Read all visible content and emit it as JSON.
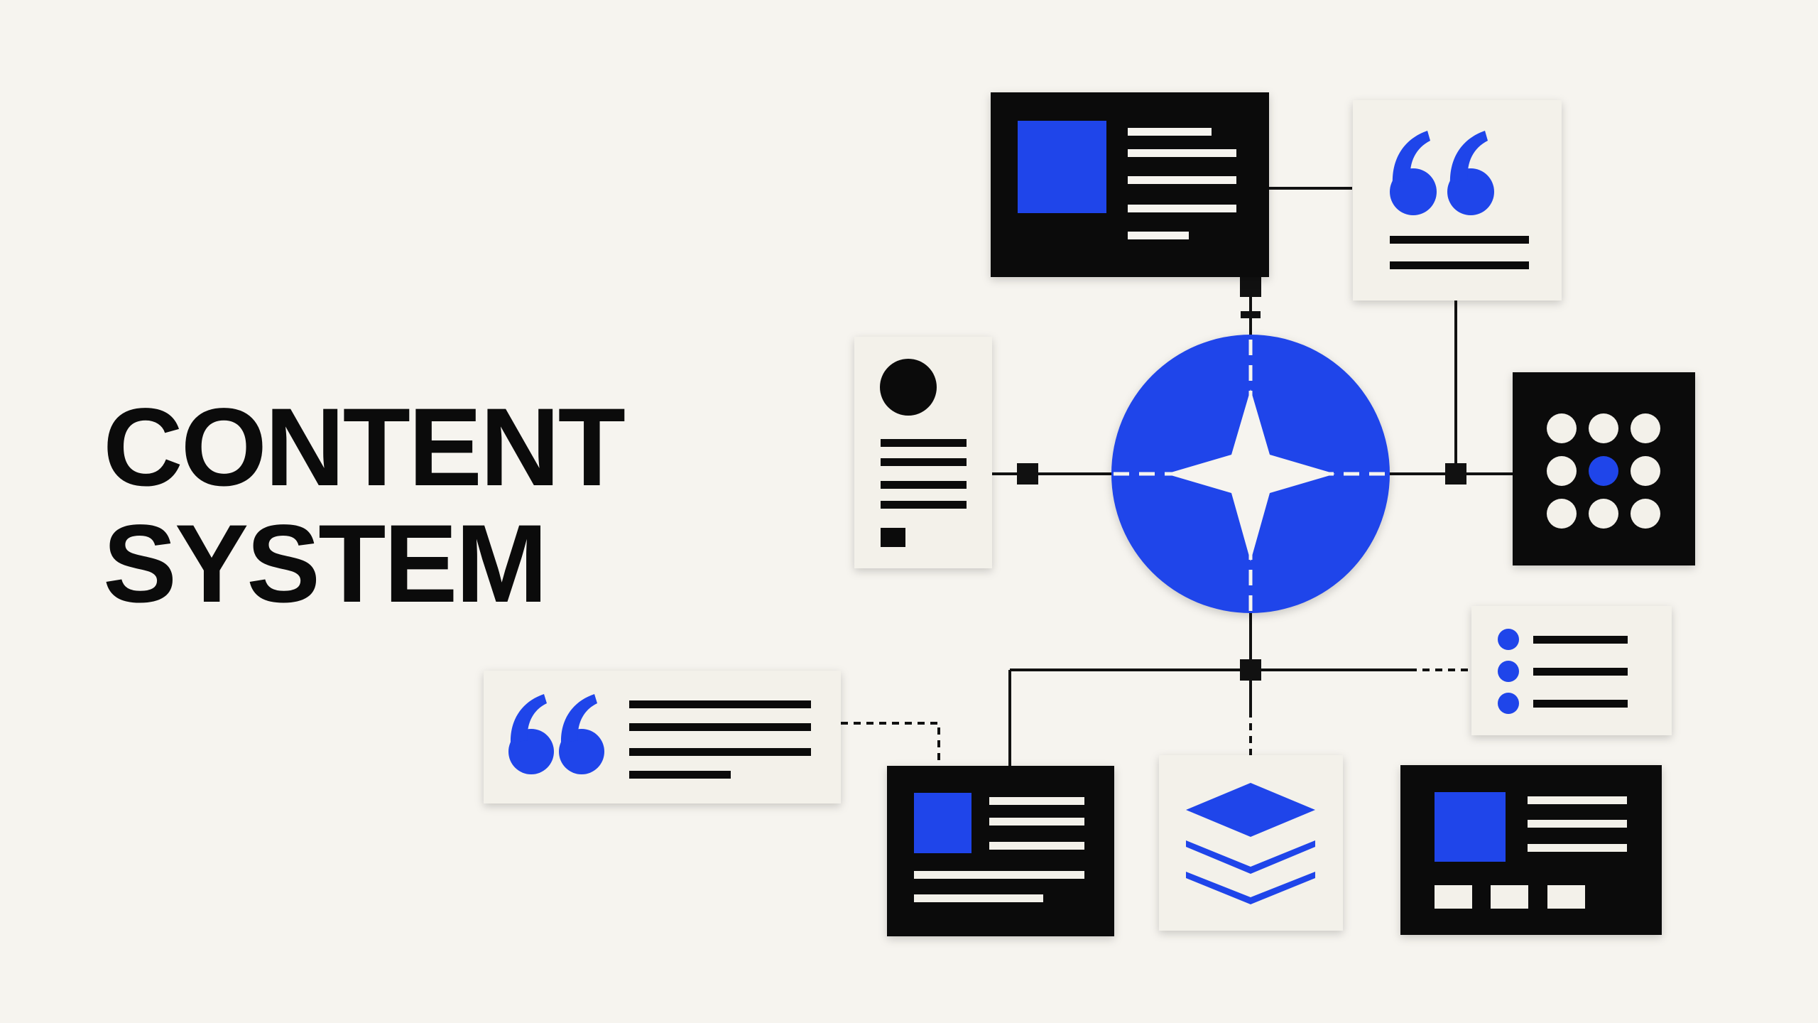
{
  "title": {
    "line1": "CONTENT",
    "line2": "SYSTEM"
  },
  "colors": {
    "background": "#f6f4ef",
    "ink": "#0b0b0b",
    "accent": "#1f45ea",
    "card_light": "#f3f1ea"
  },
  "diagram": {
    "hub": {
      "icon": "four-point-star-icon"
    },
    "cards": [
      {
        "id": "article-card-top",
        "style": "dark",
        "icon": "image-and-text-icon"
      },
      {
        "id": "quote-card-top-right",
        "style": "light",
        "icon": "quote-icon"
      },
      {
        "id": "profile-card-left",
        "style": "light",
        "icon": "profile-icon"
      },
      {
        "id": "dot-grid-card-right",
        "style": "dark",
        "icon": "dot-grid-icon"
      },
      {
        "id": "list-card-right",
        "style": "light",
        "icon": "bullet-list-icon"
      },
      {
        "id": "quote-card-bottom-left",
        "style": "light",
        "icon": "quote-icon"
      },
      {
        "id": "article-card-bottom",
        "style": "dark",
        "icon": "image-and-text-icon"
      },
      {
        "id": "layers-card-bottom",
        "style": "light",
        "icon": "layers-icon"
      },
      {
        "id": "media-card-bottom-right",
        "style": "dark",
        "icon": "image-and-buttons-icon"
      }
    ]
  }
}
